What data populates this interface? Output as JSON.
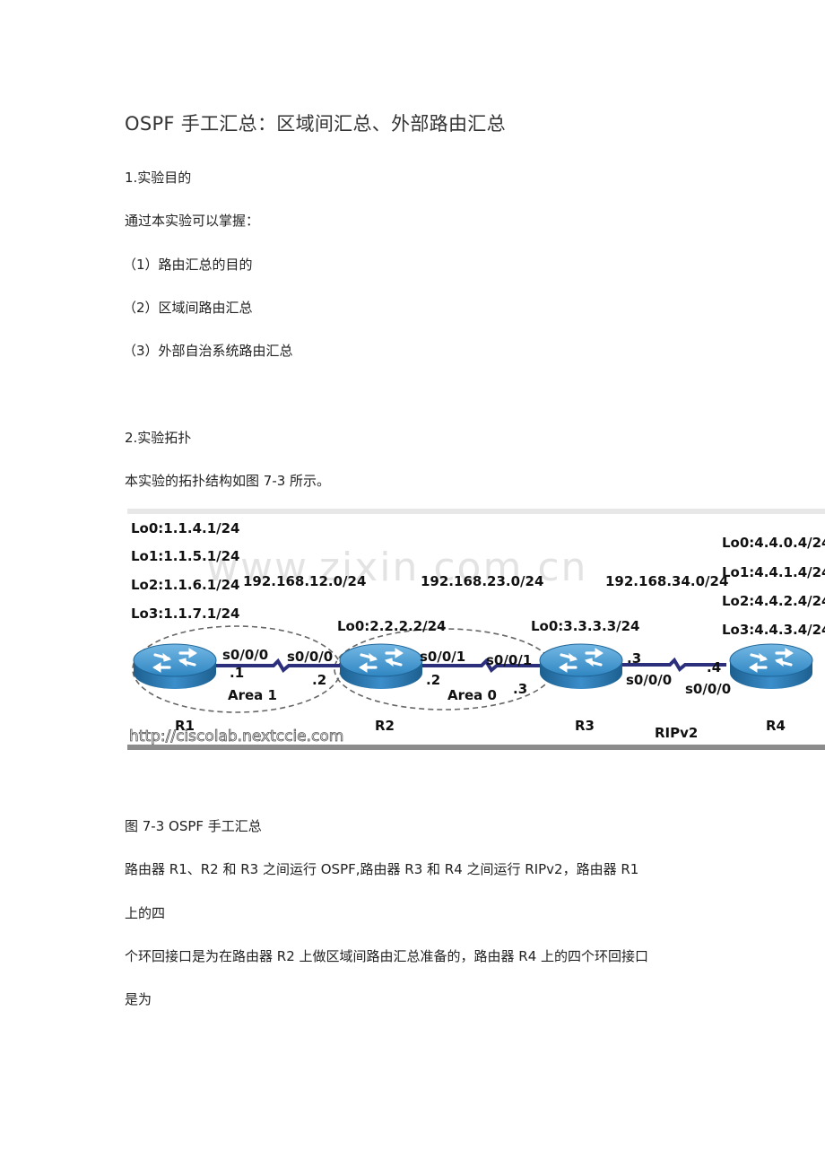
{
  "title": "OSPF  手工汇总：区域间汇总、外部路由汇总",
  "section1": {
    "heading": "1.实验目的",
    "intro": "通过本实验可以掌握：",
    "items": [
      "（1）路由汇总的目的",
      "（2）区域间路由汇总",
      "（3）外部自治系统路由汇总"
    ]
  },
  "section2": {
    "heading": "2.实验拓扑",
    "intro": "本实验的拓扑结构如图  7-3  所示。"
  },
  "figure": {
    "watermark": "www.zixin.com.cn",
    "url": "http://ciscolab.nextccie.com",
    "r1_loopbacks": [
      "Lo0:1.1.4.1/24",
      "Lo1:1.1.5.1/24",
      "Lo2:1.1.6.1/24",
      "Lo3:1.1.7.1/24"
    ],
    "r4_loopbacks": [
      "Lo0:4.4.0.4/24",
      "Lo1:4.4.1.4/24",
      "Lo2:4.4.2.4/24",
      "Lo3:4.4.3.4/24"
    ],
    "networks": [
      "192.168.12.0/24",
      "192.168.23.0/24",
      "192.168.34.0/24"
    ],
    "r2_loopback": "Lo0:2.2.2.2/24",
    "r3_loopback": "Lo0:3.3.3.3/24",
    "interfaces": {
      "r1_s000": "s0/0/0",
      "r2_s000": "s0/0/0",
      "r2_s001": "s0/0/1",
      "r3_s001": "s0/0/1",
      "r3_s000": "s0/0/0",
      "r4_s000": "s0/0/0"
    },
    "hosts": {
      "r1": ".1",
      "r2_left": ".2",
      "r2_right": ".2",
      "r3_left": ".3",
      "r3_right": ".3",
      "r4": ".4"
    },
    "areas": [
      "Area 1",
      "Area 0"
    ],
    "protocol": "RIPv2",
    "routers": [
      "R1",
      "R2",
      "R3",
      "R4"
    ],
    "colors": {
      "router_fill": "#3a8fc9",
      "router_dark": "#1f6597",
      "link": "#2c2f7c",
      "area_border": "#555555"
    }
  },
  "caption": "图  7-3 OSPF  手工汇总",
  "body": [
    "路由器  R1、R2  和  R3  之间运行  OSPF,路由器  R3  和  R4  之间运行  RIPv2，路由器  R1",
    "上的四",
    "个环回接口是为在路由器  R2  上做区域间路由汇总准备的，路由器  R4  上的四个环回接口",
    "是为"
  ]
}
